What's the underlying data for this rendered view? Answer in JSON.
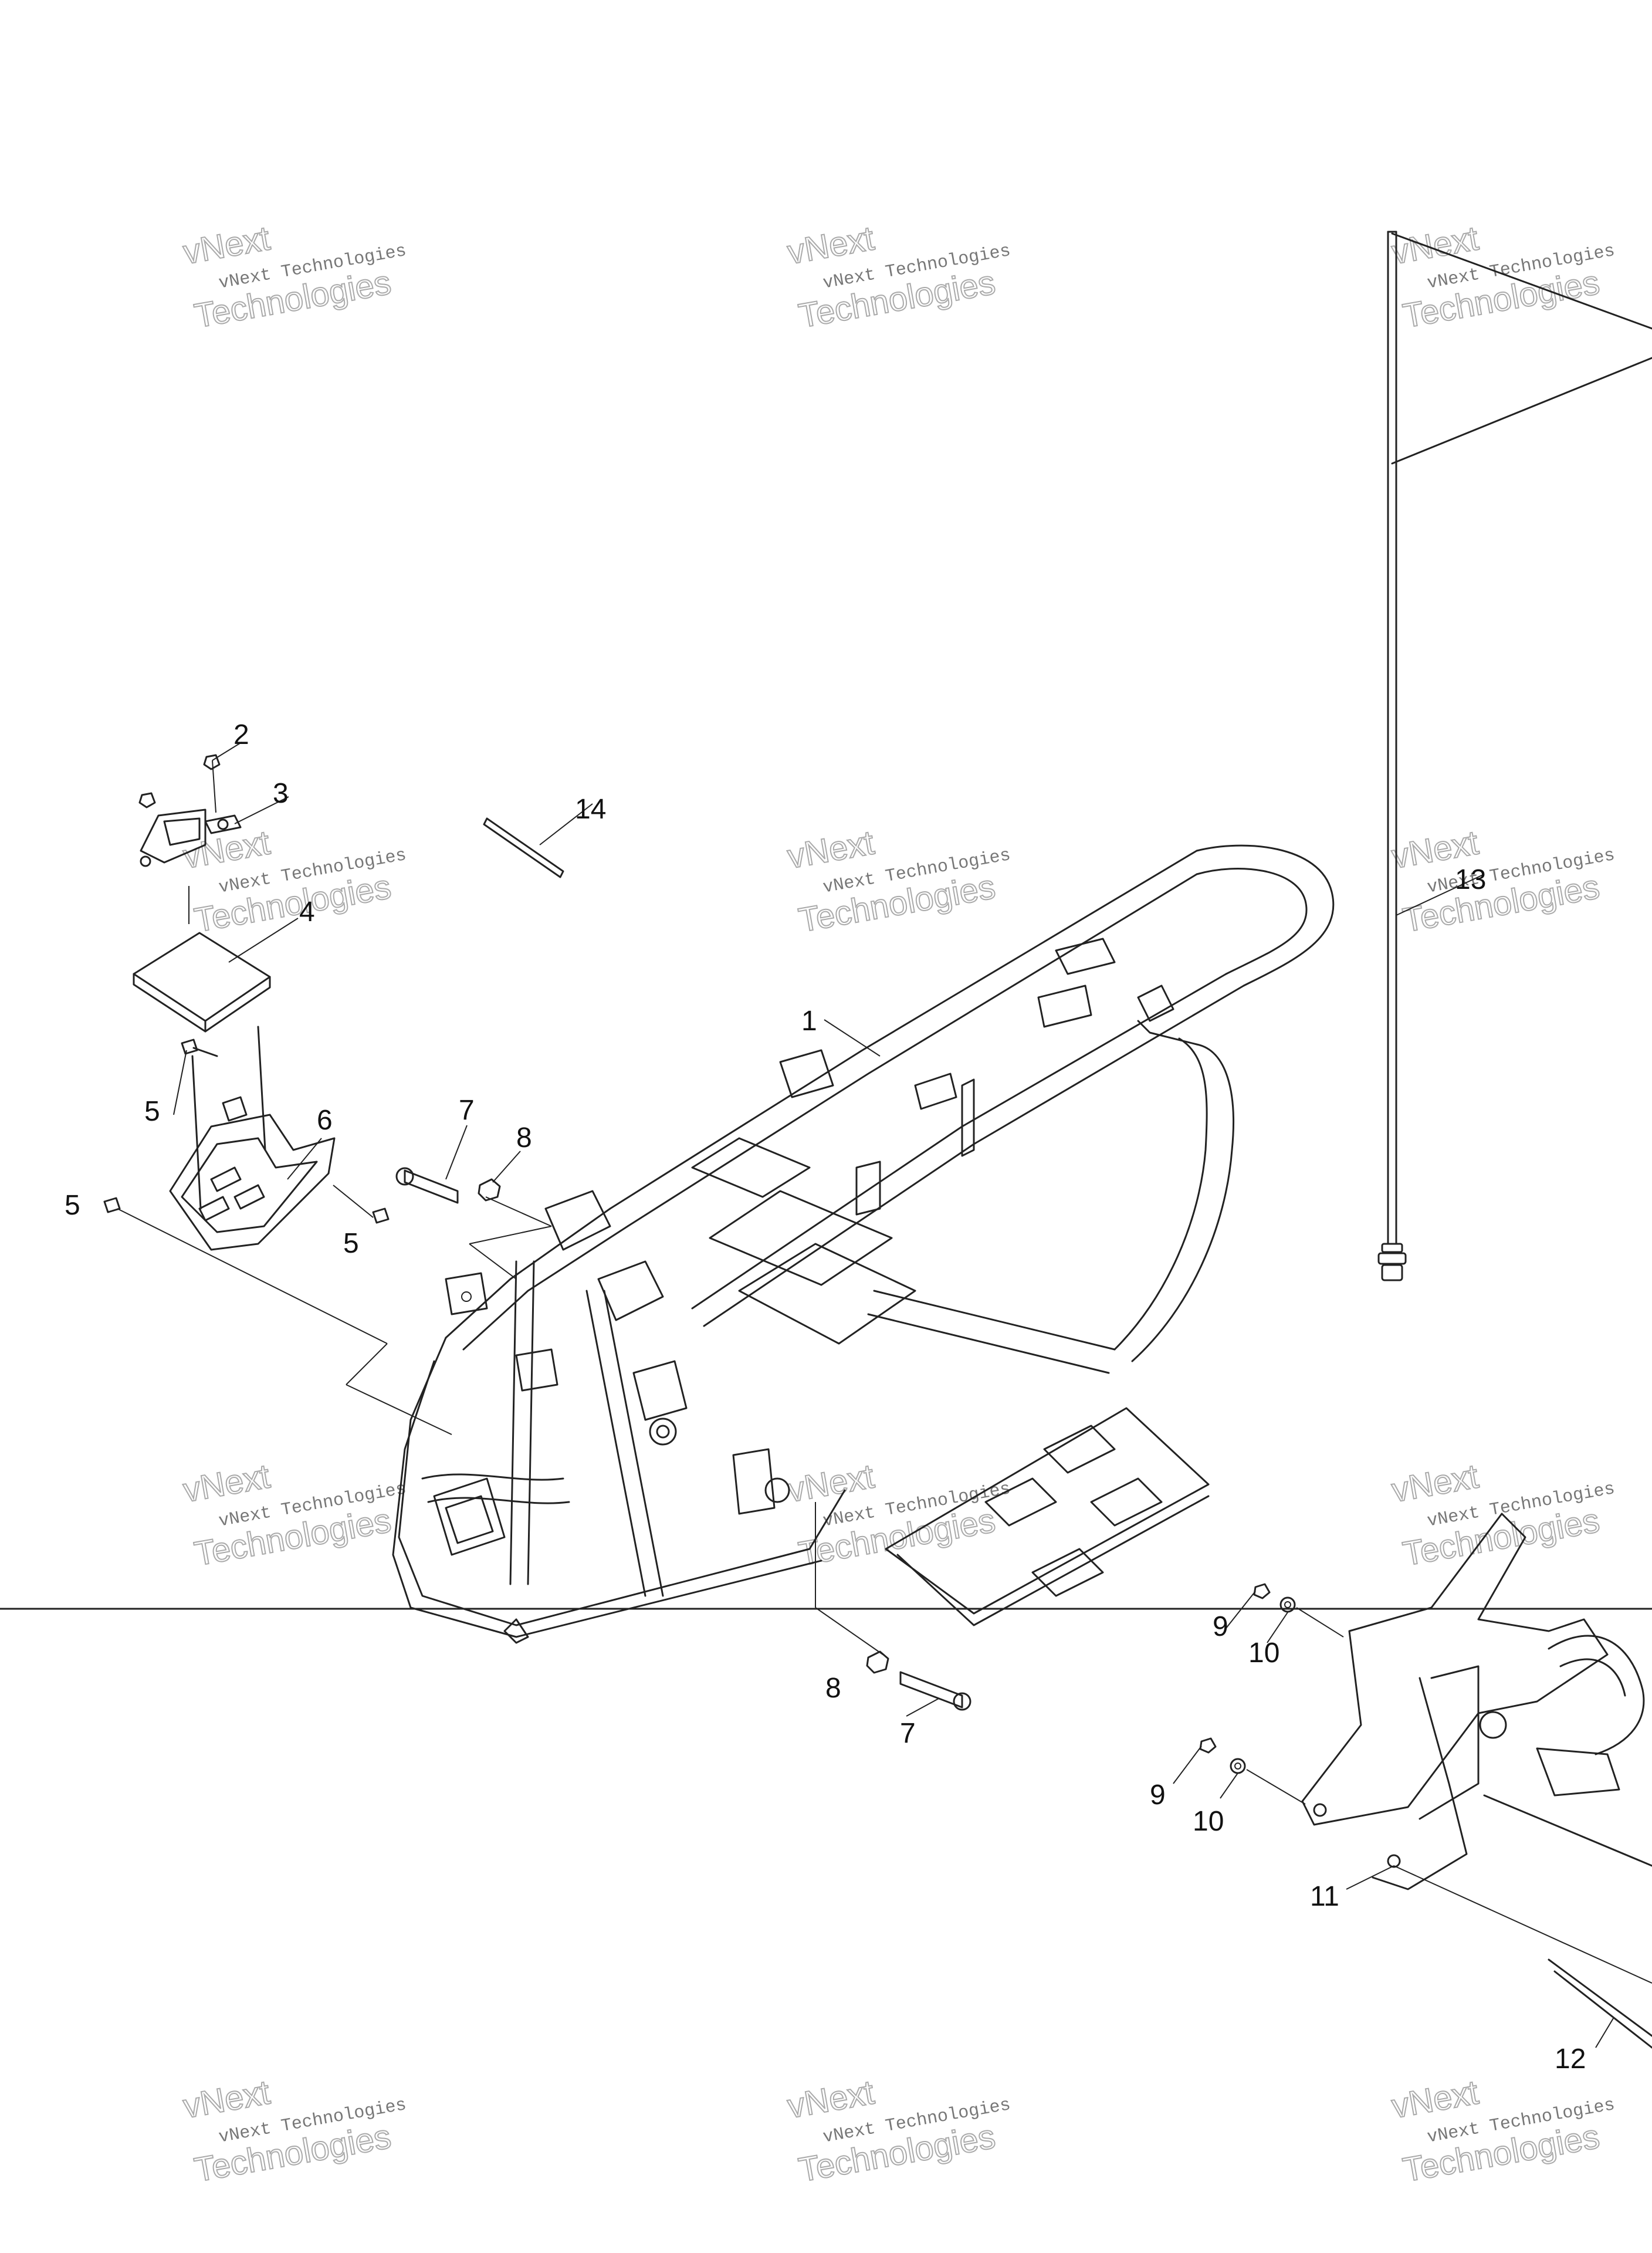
{
  "watermark": {
    "line1": "vNext",
    "line2": "vNext Technologies",
    "line3": "Technologies"
  },
  "callouts": [
    {
      "id": "c1",
      "text": "1"
    },
    {
      "id": "c2",
      "text": "2"
    },
    {
      "id": "c3",
      "text": "3"
    },
    {
      "id": "c4",
      "text": "4"
    },
    {
      "id": "c5a",
      "text": "5"
    },
    {
      "id": "c5b",
      "text": "5"
    },
    {
      "id": "c5c",
      "text": "5"
    },
    {
      "id": "c6",
      "text": "6"
    },
    {
      "id": "c7a",
      "text": "7"
    },
    {
      "id": "c7b",
      "text": "7"
    },
    {
      "id": "c8a",
      "text": "8"
    },
    {
      "id": "c8b",
      "text": "8"
    },
    {
      "id": "c9a",
      "text": "9"
    },
    {
      "id": "c9b",
      "text": "9"
    },
    {
      "id": "c10a",
      "text": "10"
    },
    {
      "id": "c10b",
      "text": "10"
    },
    {
      "id": "c11",
      "text": "11"
    },
    {
      "id": "c12",
      "text": "12"
    },
    {
      "id": "c13",
      "text": "13"
    },
    {
      "id": "c14",
      "text": "14"
    }
  ]
}
